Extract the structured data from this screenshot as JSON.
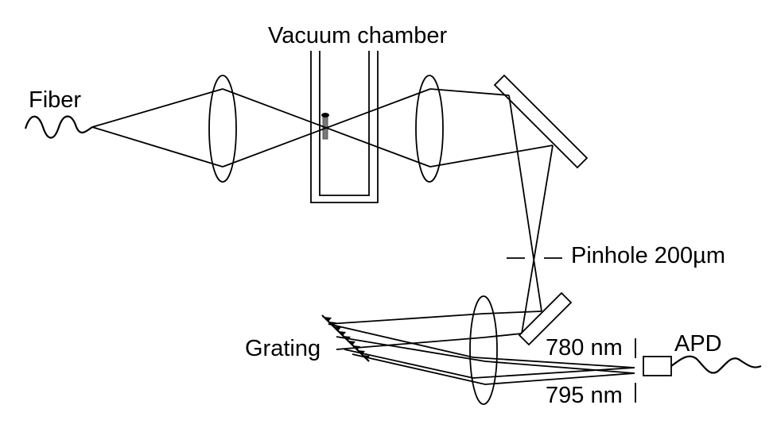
{
  "labels": {
    "vacuum_chamber": "Vacuum chamber",
    "fiber": "Fiber",
    "pinhole": "Pinhole 200µm",
    "grating": "Grating",
    "wl_780": "780 nm",
    "wl_795": "795 nm",
    "apd": "APD"
  }
}
